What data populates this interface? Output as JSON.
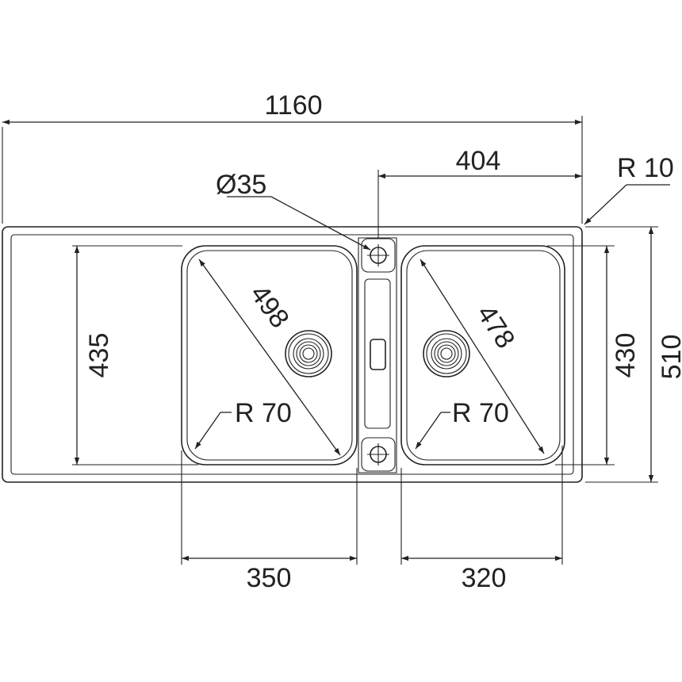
{
  "drawing": {
    "colors": {
      "line": "#222222",
      "background": "#ffffff"
    },
    "dimensions": {
      "overall_width": "1160",
      "tap_offset": "404",
      "corner_radius_outer": "R 10",
      "tap_hole_diameter": "Ø35",
      "left_bowl_diagonal": "498",
      "right_bowl_diagonal": "478",
      "left_bowl_corner_radius": "R 70",
      "right_bowl_corner_radius": "R 70",
      "left_bowl_depth": "435",
      "right_bowl_depth": "430",
      "overall_depth": "510",
      "left_bowl_width": "350",
      "right_bowl_width": "320"
    },
    "icons": [
      "waste-drain-icon",
      "tap-hole-icon",
      "overflow-slot-icon"
    ]
  }
}
